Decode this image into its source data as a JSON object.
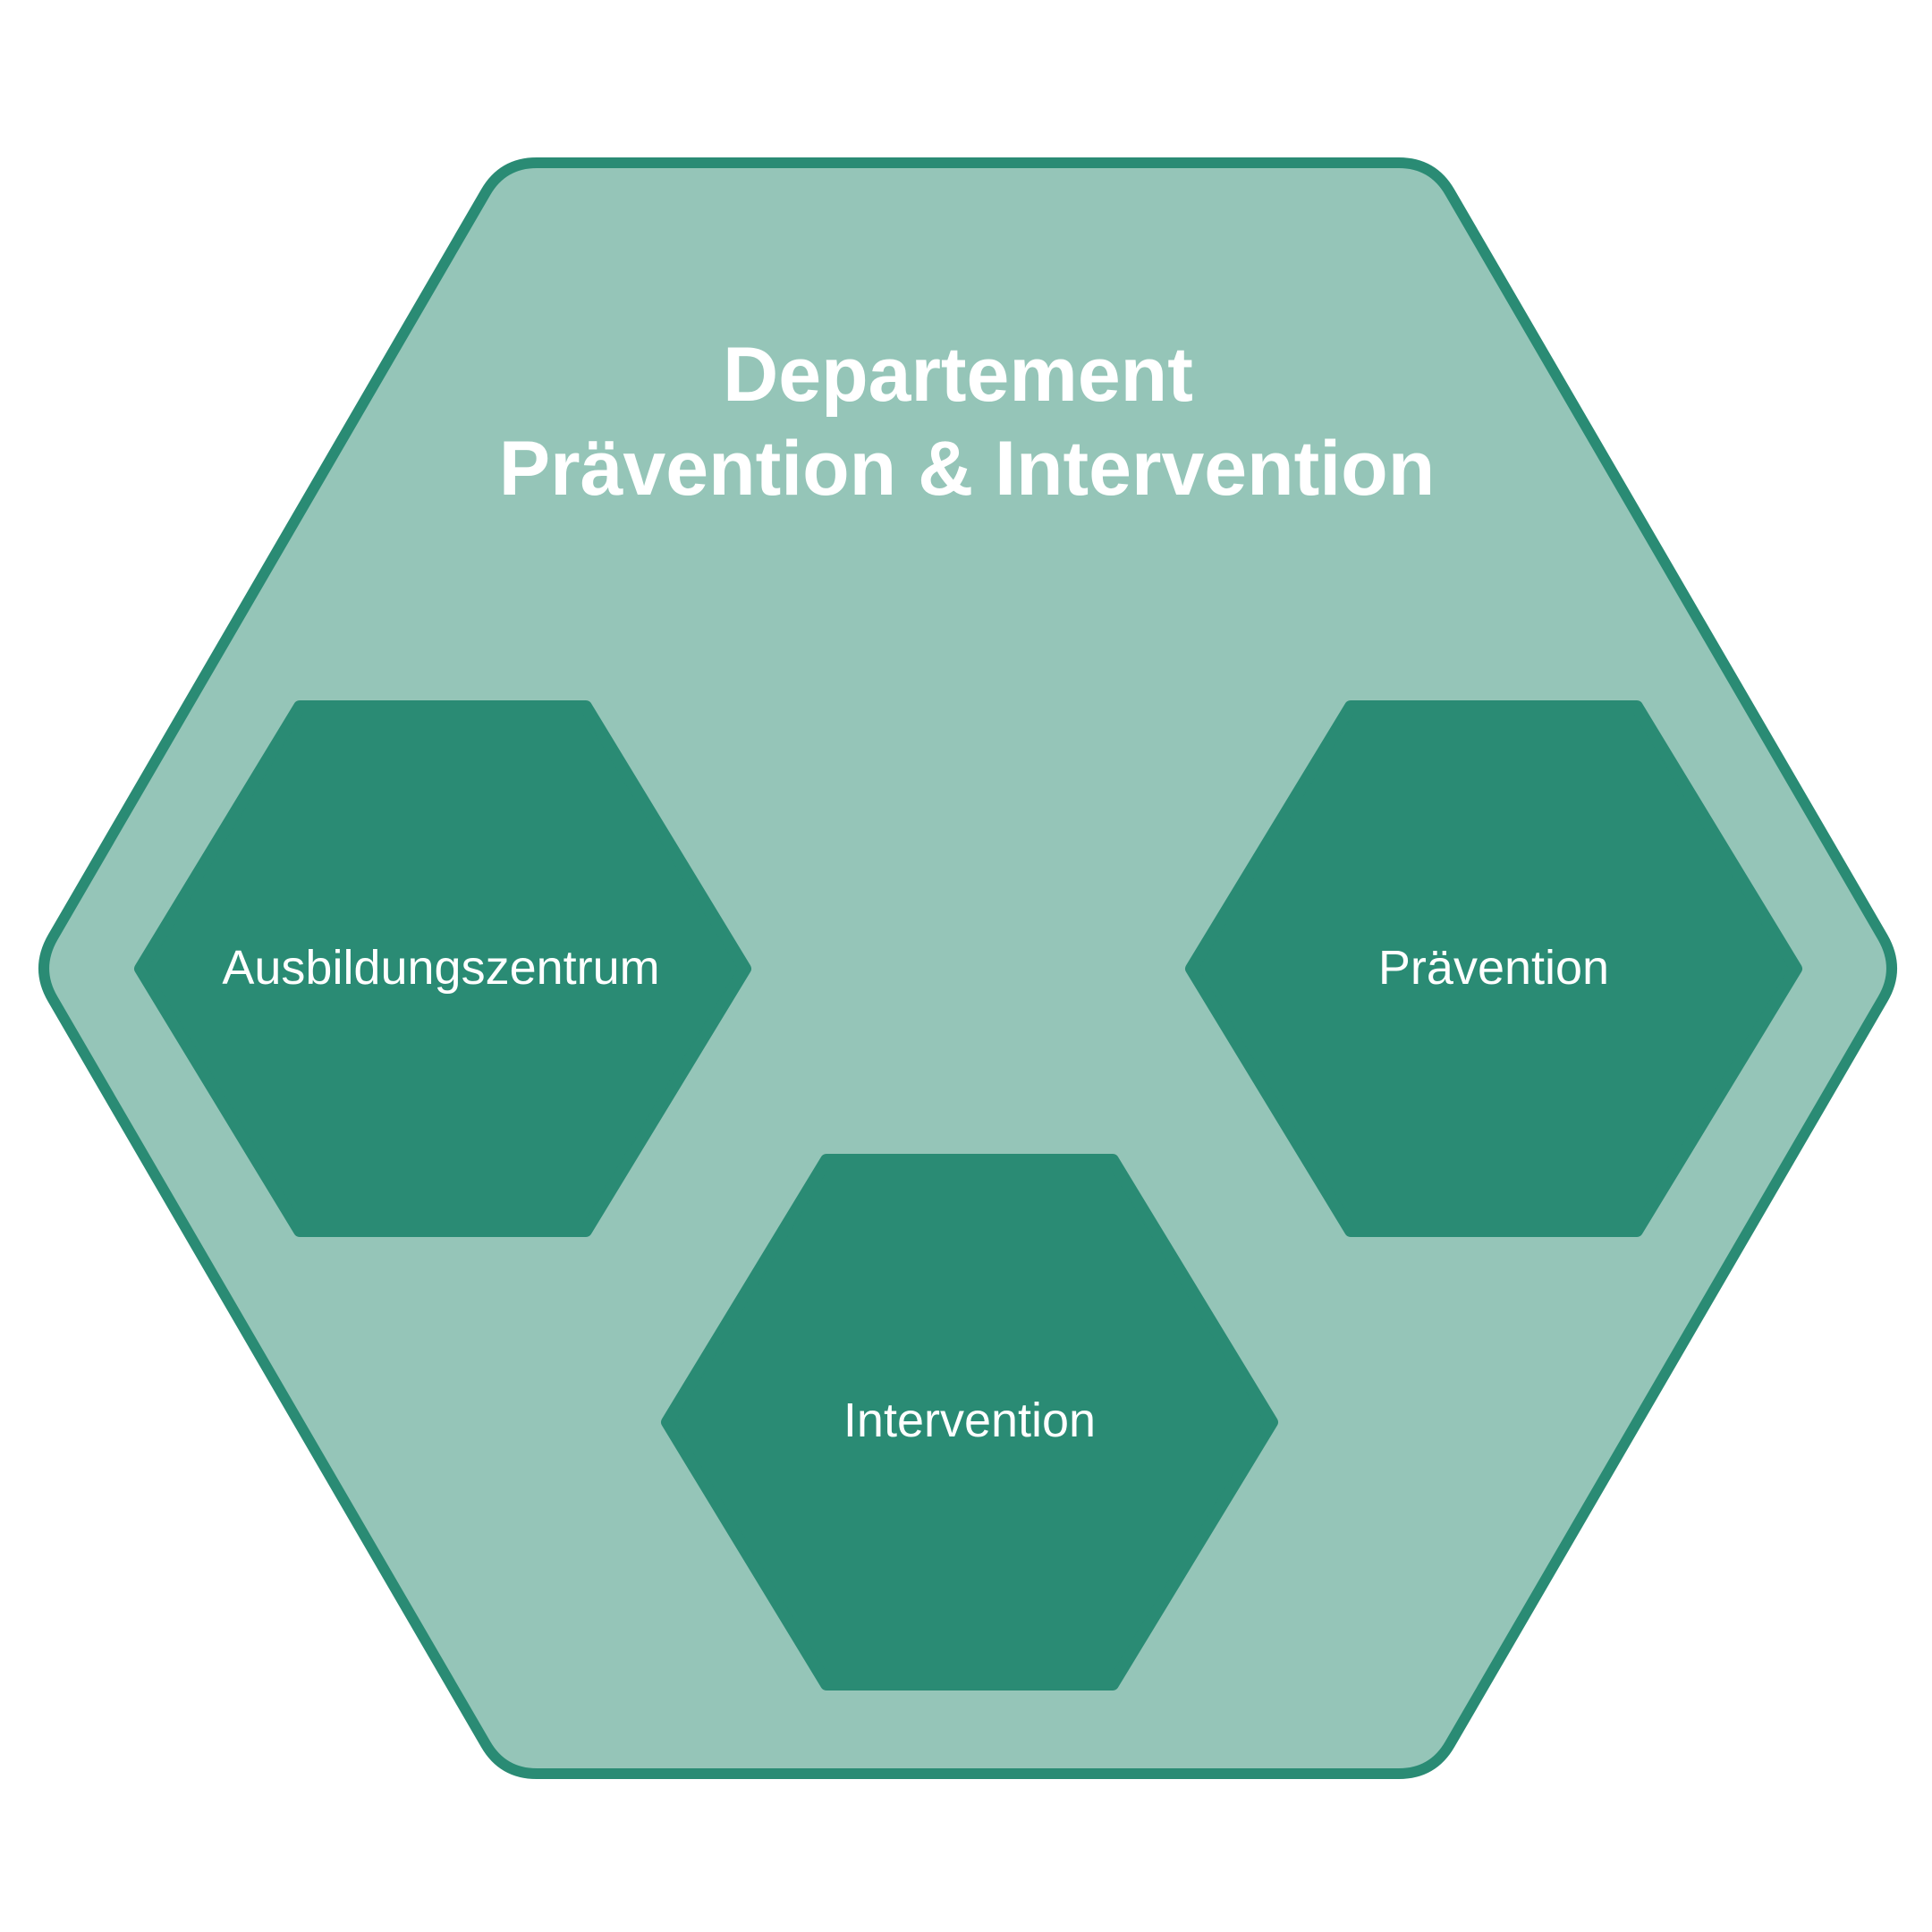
{
  "diagram": {
    "title_line1": "Departement",
    "title_line2": "Prävention & Intervention",
    "nodes": [
      {
        "id": "ausbildungszentrum",
        "label": "Ausbildungszentrum"
      },
      {
        "id": "praevention",
        "label": "Prävention"
      },
      {
        "id": "intervention",
        "label": "Intervention"
      }
    ]
  },
  "colors": {
    "outer_fill": "#95c5b8",
    "outer_stroke": "#2a8b74",
    "inner_fill": "#2a8b74",
    "text": "#ffffff",
    "background": "#ffffff"
  }
}
